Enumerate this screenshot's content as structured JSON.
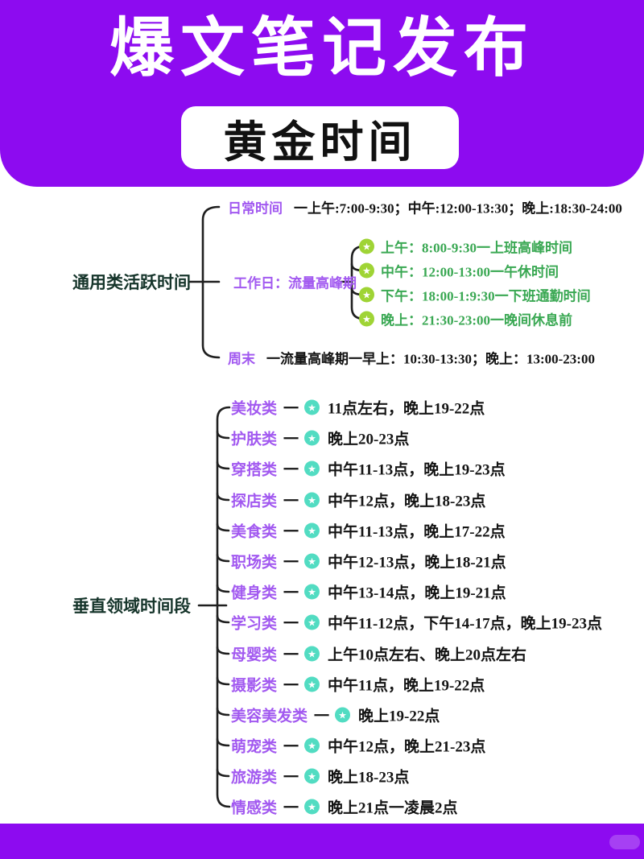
{
  "header": {
    "title": "爆文笔记发布",
    "subtitle": "黄金时间"
  },
  "colors": {
    "banner_purple": "#8d0bf0",
    "branch_label_purple": "#a259f0",
    "root_label_dark": "#16352b",
    "green_text": "#3aa853",
    "lime_star": "#9fd435",
    "teal_star": "#52dcc2",
    "body_text": "#141414"
  },
  "icons": {
    "star": "★"
  },
  "general": {
    "root": "通用类活跃时间",
    "daily": {
      "label": "日常时间",
      "time": "一上午:7:00-9:30；中午:12:00-13:30；晚上:18:30-24:00"
    },
    "workday": {
      "label": "工作日：流量高峰期",
      "items": [
        {
          "time": "上午：8:00-9:30一上班高峰时间"
        },
        {
          "time": "中午：12:00-13:00一午休时间"
        },
        {
          "time": "下午：18:00-1:9:30一下班通勤时间"
        },
        {
          "time": "晚上：21:30-23:00一晚间休息前"
        }
      ]
    },
    "weekend": {
      "label": "周末",
      "time": "一流量高峰期一早上：10:30-13:30；晚上：13:00-23:00"
    }
  },
  "vertical": {
    "root": "垂直领域时间段",
    "dash": "一",
    "items": [
      {
        "label": "美妆类",
        "time": "11点左右，晚上19-22点"
      },
      {
        "label": "护肤类",
        "time": "晚上20-23点"
      },
      {
        "label": "穿搭类",
        "time": "中午11-13点，晚上19-23点"
      },
      {
        "label": "探店类",
        "time": "中午12点，晚上18-23点"
      },
      {
        "label": "美食类",
        "time": "中午11-13点，晚上17-22点"
      },
      {
        "label": "职场类",
        "time": "中午12-13点，晚上18-21点"
      },
      {
        "label": "健身类",
        "time": "中午13-14点，晚上19-21点"
      },
      {
        "label": "学习类",
        "time": "中午11-12点，下午14-17点，晚上19-23点"
      },
      {
        "label": "母婴类",
        "time": "上午10点左右、晚上20点左右"
      },
      {
        "label": "摄影类",
        "time": "中午11点，晚上19-22点"
      },
      {
        "label": "美容美发类",
        "time": "晚上19-22点"
      },
      {
        "label": "萌宠类",
        "time": "中午12点，晚上21-23点"
      },
      {
        "label": "旅游类",
        "time": "晚上18-23点"
      },
      {
        "label": "情感类",
        "time": "晚上21点一凌晨2点"
      }
    ]
  }
}
